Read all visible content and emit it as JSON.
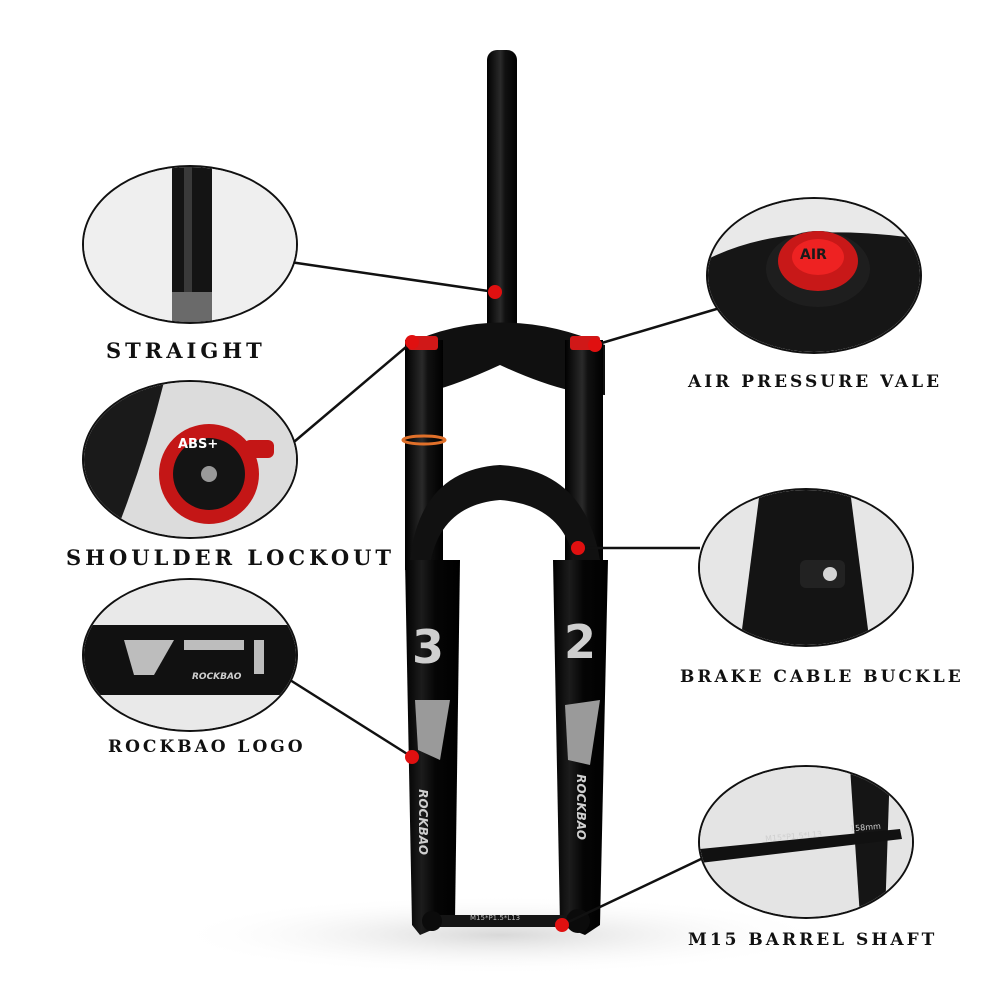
{
  "callouts": {
    "straight": "STRAIGHT",
    "air_valve": "AIR PRESSURE VALE",
    "shoulder_lockout": "SHOULDER LOCKOUT",
    "brake_buckle": "BRAKE CABLE BUCKLE",
    "logo": "ROCKBAO LOGO",
    "barrel_shaft": "M15 BARREL SHAFT"
  },
  "product_marks": {
    "air_cap": "AIR",
    "lockout_badge": "ABS+",
    "brand": "ROCKBAO",
    "left_number": "3",
    "right_number": "2",
    "axle_text": "M15*P1.5*L13",
    "axle_length": "158mm"
  },
  "colors": {
    "accent": "#e01010",
    "fork": "#0c0c0c"
  }
}
